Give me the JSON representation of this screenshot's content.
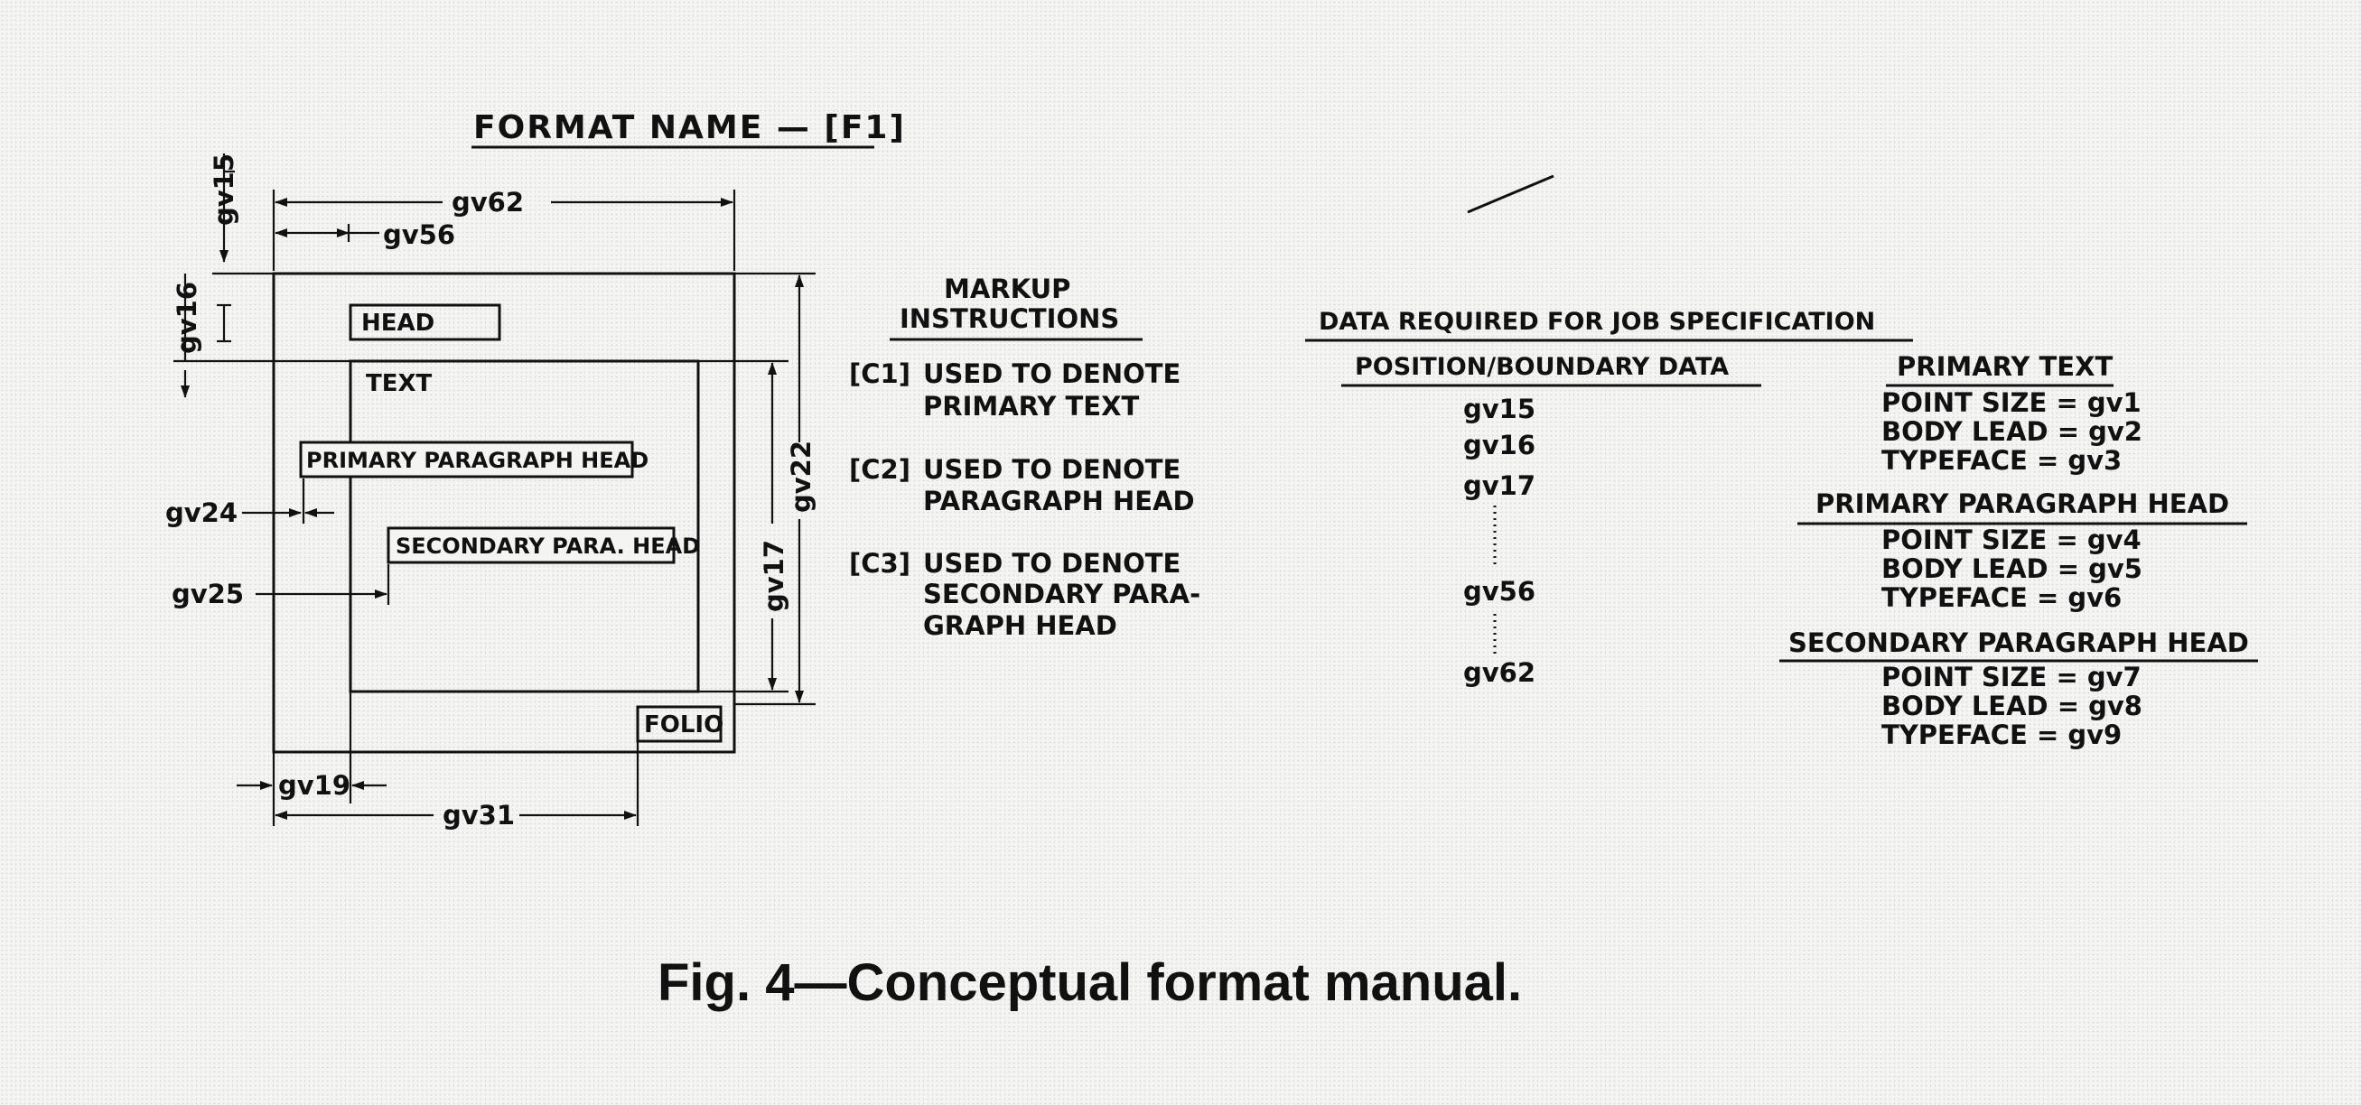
{
  "format_title": "FORMAT NAME — [F1]",
  "page_diagram": {
    "dimensions": {
      "gv62": "gv62",
      "gv56": "gv56",
      "gv15": "gv15",
      "gv16": "gv16",
      "gv24": "gv24",
      "gv25": "gv25",
      "gv17": "gv17",
      "gv22": "gv22",
      "gv19": "gv19",
      "gv31": "gv31"
    },
    "boxes": {
      "head": "HEAD",
      "text": "TEXT",
      "primary_paragraph_head": "PRIMARY PARAGRAPH HEAD",
      "secondary_para_head": "SECONDARY PARA. HEAD",
      "folio": "FOLIO"
    }
  },
  "markup_instructions": {
    "heading_line1": "MARKUP",
    "heading_line2": "INSTRUCTIONS",
    "items": [
      {
        "code": "[C1]",
        "line1": "USED TO DENOTE",
        "line2": "PRIMARY TEXT"
      },
      {
        "code": "[C2]",
        "line1": "USED TO DENOTE",
        "line2": "PARAGRAPH HEAD"
      },
      {
        "code": "[C3]",
        "line1": "USED TO DENOTE",
        "line2": "SECONDARY PARA-",
        "line3": "GRAPH HEAD"
      }
    ]
  },
  "job_spec": {
    "heading": "DATA REQUIRED FOR JOB SPECIFICATION",
    "position_boundary": {
      "heading": "POSITION/BOUNDARY DATA",
      "items": [
        "gv15",
        "gv16",
        "gv17",
        "gv56",
        "gv62"
      ]
    },
    "primary_text": {
      "heading": "PRIMARY TEXT",
      "point_size": "POINT SIZE = gv1",
      "body_lead": "BODY LEAD = gv2",
      "typeface": "TYPEFACE = gv3"
    },
    "primary_paragraph_head": {
      "heading": "PRIMARY PARAGRAPH HEAD",
      "point_size": "POINT SIZE = gv4",
      "body_lead": "BODY LEAD = gv5",
      "typeface": "TYPEFACE = gv6"
    },
    "secondary_paragraph_head": {
      "heading": "SECONDARY PARAGRAPH HEAD",
      "point_size": "POINT SIZE = gv7",
      "body_lead": "BODY LEAD = gv8",
      "typeface": "TYPEFACE = gv9"
    }
  },
  "caption": "Fig. 4—Conceptual format manual."
}
